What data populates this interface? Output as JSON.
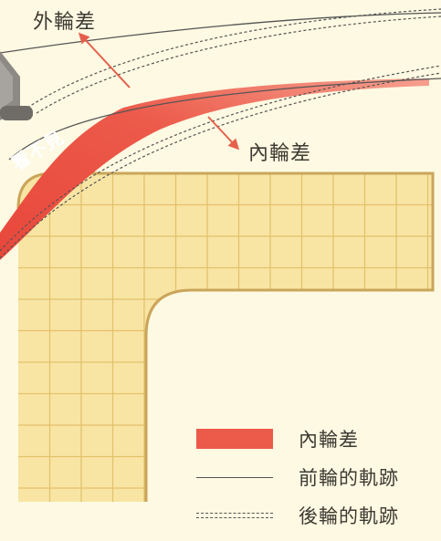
{
  "labels": {
    "outer_diff": "外輪差",
    "inner_diff": "內輪差",
    "blind_spot": "看不見"
  },
  "legend": [
    {
      "label": "內輪差",
      "style": "band"
    },
    {
      "label": "前輪的軌跡",
      "style": "solid"
    },
    {
      "label": "後輪的軌跡",
      "style": "dashed"
    }
  ],
  "colors": {
    "background": "#fdf9e2",
    "sidewalk": "#f8e5a4",
    "grid_line": "#e3c16c",
    "curb": "#caa55a",
    "inner_band": "#ec5a4a",
    "band_light": "#f6a08f",
    "track_line": "#555555",
    "arrow": "#e5604c",
    "label_text": "#3d3a33"
  }
}
